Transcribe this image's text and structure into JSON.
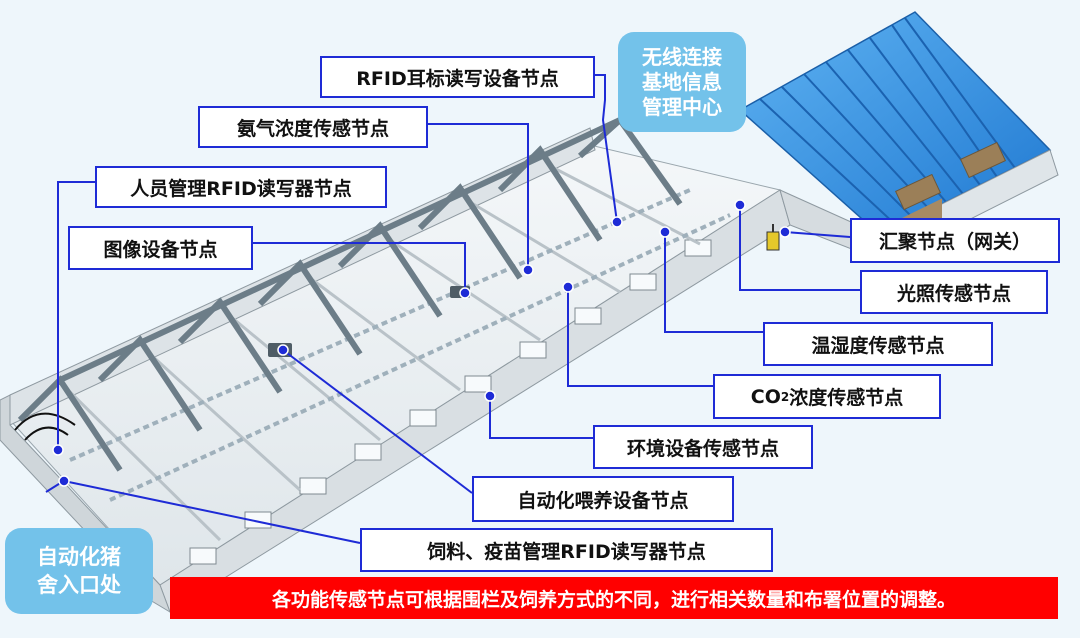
{
  "labels": {
    "rfid_ear_tag": "RFID耳标读写设备节点",
    "ammonia": "氨气浓度传感节点",
    "personnel_rfid": "人员管理RFID读写器节点",
    "image_device": "图像设备节点",
    "gateway": "汇聚节点（网关）",
    "light": "光照传感节点",
    "temp_humidity": "温湿度传感节点",
    "co2_prefix": "CO",
    "co2_sub": "2",
    "co2_suffix": "浓度传感节点",
    "environment": "环境设备传感节点",
    "auto_feeding": "自动化喂养设备节点",
    "feed_vaccine_rfid": "饲料、疫苗管理RFID读写器节点"
  },
  "bubbles": {
    "wireless_line1": "无线连接",
    "wireless_line2": "基地信息",
    "wireless_line3": "管理中心",
    "entrance_line1": "自动化猪",
    "entrance_line2": "舍入口处"
  },
  "banner": "各功能传感节点可根据围栏及饲养方式的不同，进行相关数量和布署位置的调整。",
  "colors": {
    "label_border": "#1e2bd6",
    "leader_line": "#1e2bd6",
    "banner_bg": "#ff0000",
    "bubble_bg": "#73c2ea",
    "roof": "#2f8be0"
  }
}
